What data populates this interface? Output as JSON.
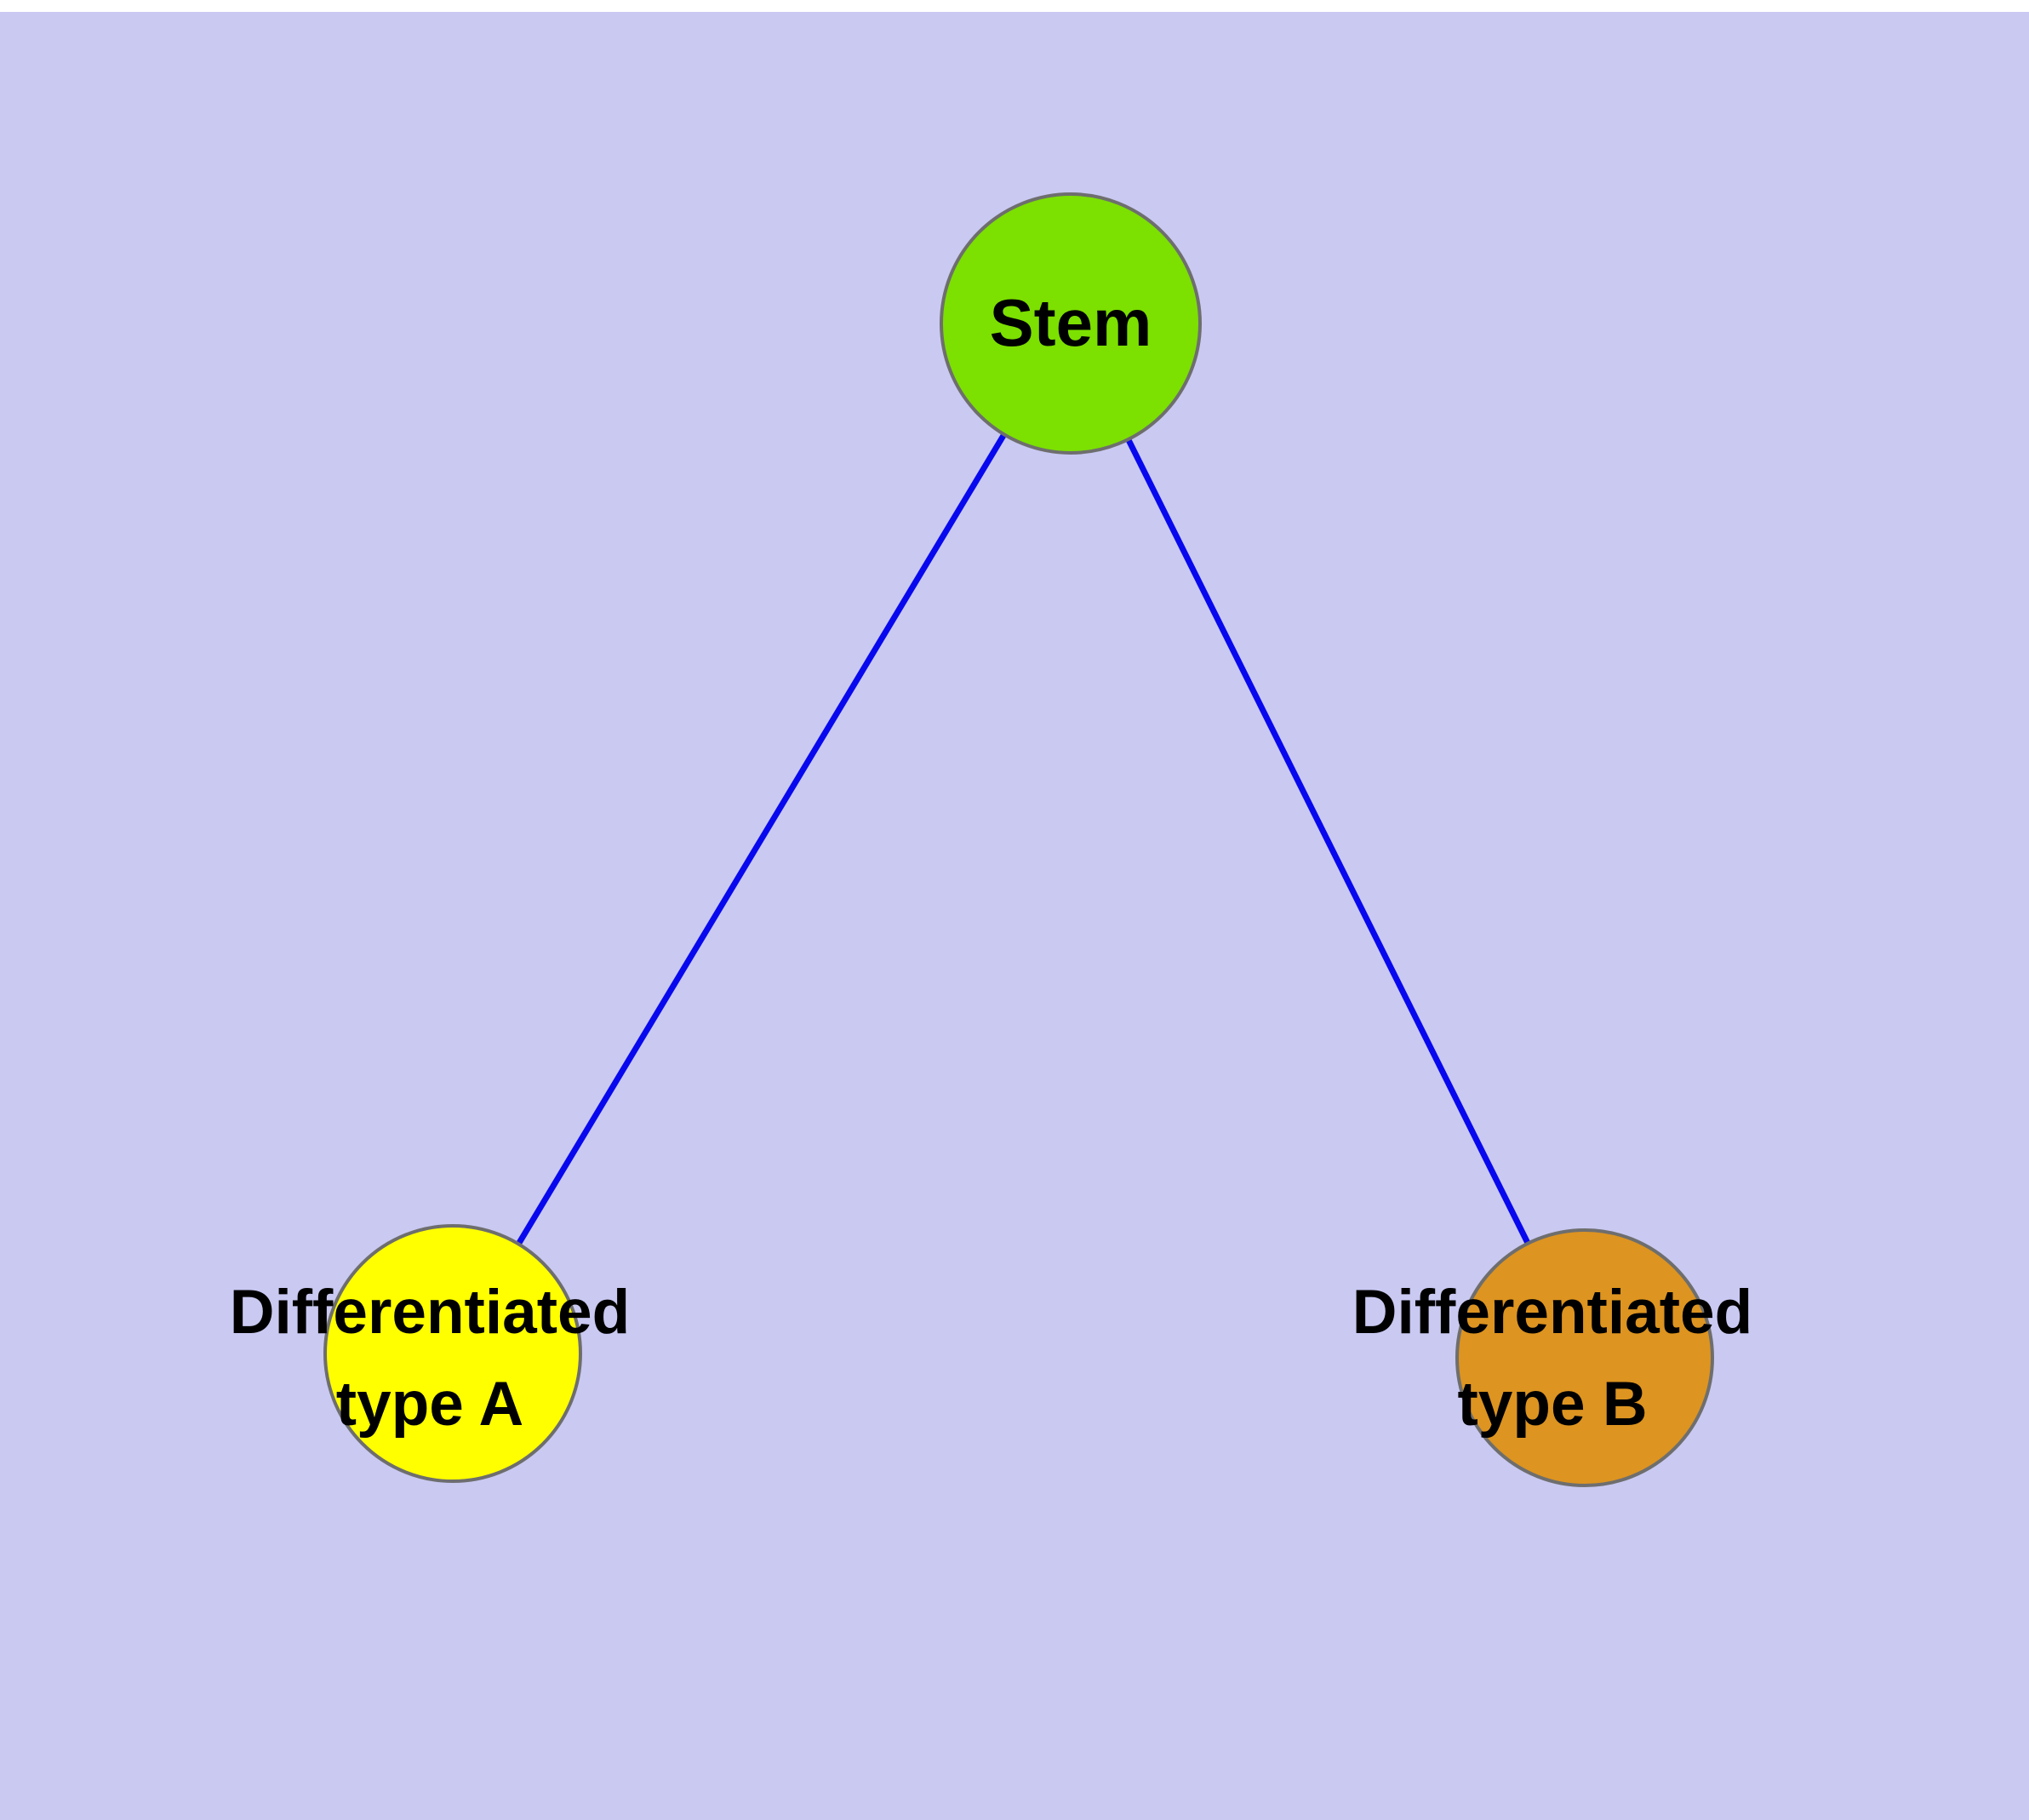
{
  "figure": {
    "title": "Stem cell differentiation diagram",
    "background_color": "#c9c9f2",
    "margin_color": "#ffffff",
    "edge_color": "#0808ee",
    "node_stroke_color": "#6e6e6e",
    "nodes": [
      {
        "id": "stem",
        "label": "Stem",
        "fill": "#7ce000"
      },
      {
        "id": "differentiated-type-a",
        "label_line1": "Differentiated",
        "label_line2": "type A",
        "fill": "#ffff00"
      },
      {
        "id": "differentiated-type-b",
        "label_line1": "Differentiated",
        "label_line2": "type B",
        "fill": "#dd9420"
      }
    ],
    "edges": [
      {
        "from": "stem",
        "to": "differentiated-type-a"
      },
      {
        "from": "stem",
        "to": "differentiated-type-b"
      }
    ]
  }
}
